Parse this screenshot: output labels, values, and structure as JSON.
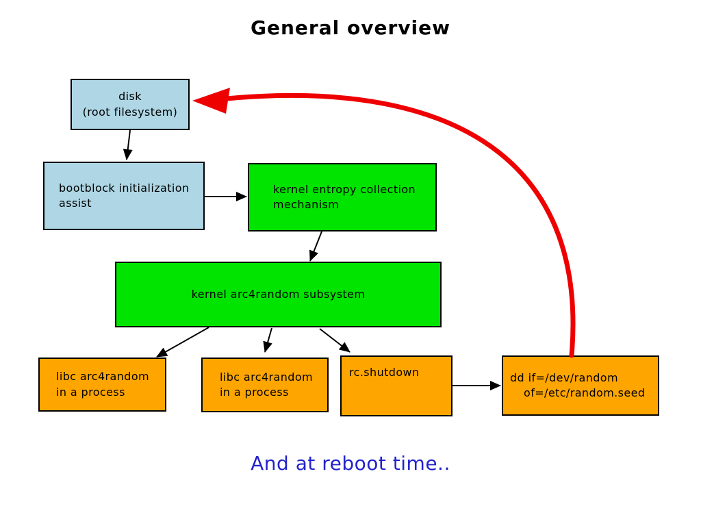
{
  "title": "General overview",
  "footer": "And at reboot time..",
  "colors": {
    "box_blue": "#aed6e4",
    "box_green": "#00e400",
    "box_orange": "#ffa500",
    "arrow_red": "#ee0000",
    "arrow_black": "#000000",
    "footer_blue": "#2222cc"
  },
  "nodes": {
    "disk": {
      "line1": "disk",
      "line2": "(root filesystem)"
    },
    "bootblock": {
      "line1": "bootblock initialization",
      "line2": "assist"
    },
    "entropy": {
      "line1": "kernel entropy collection",
      "line2": "mechanism"
    },
    "arc4random": {
      "label": "kernel arc4random subsystem"
    },
    "libc1": {
      "line1": "libc arc4random",
      "line2": "in a process"
    },
    "libc2": {
      "line1": "libc arc4random",
      "line2": "in a process"
    },
    "rc_shutdown": {
      "label": "rc.shutdown"
    },
    "dd": {
      "line1": "dd if=/dev/random",
      "line2": "of=/etc/random.seed"
    }
  }
}
